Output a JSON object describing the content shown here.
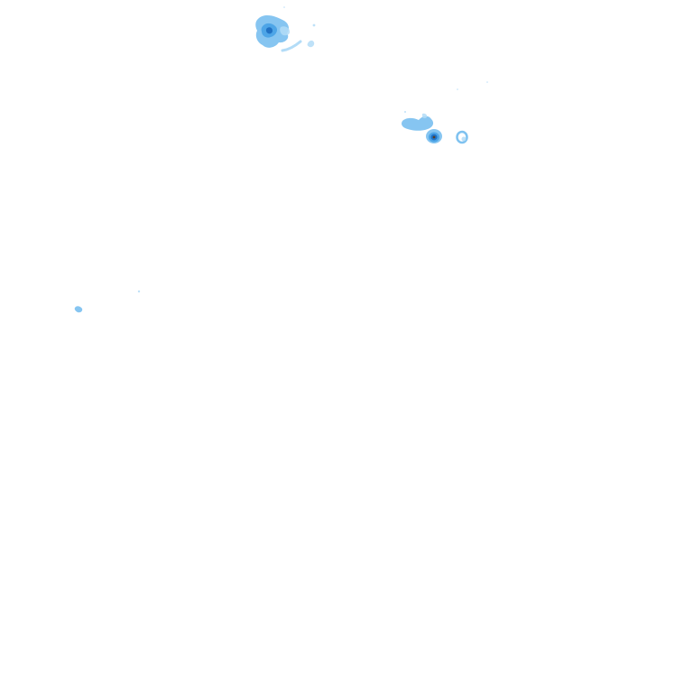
{
  "layer": {
    "kind": "precipitation-radar-overlay",
    "background": "#ffffff"
  },
  "palette": {
    "light": "#b3dcf7",
    "medium": "#7fc2f0",
    "strong": "#4aa3e6",
    "heavy": "#1f6fc2",
    "core": "#5b3b1e"
  },
  "echoes": [
    {
      "id": "cell-north-cluster",
      "intensity": "medium"
    },
    {
      "id": "cell-north-arc",
      "intensity": "light"
    },
    {
      "id": "cell-north-fragment",
      "intensity": "light"
    },
    {
      "id": "cell-east-cluster",
      "intensity": "medium"
    },
    {
      "id": "cell-east-core",
      "intensity": "heavy"
    },
    {
      "id": "cell-east-ring",
      "intensity": "medium"
    },
    {
      "id": "cell-west-speck",
      "intensity": "light"
    }
  ]
}
